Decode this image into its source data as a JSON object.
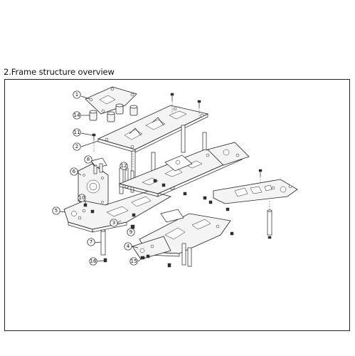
{
  "header": {
    "title": "2.Frame structure overview"
  },
  "diagram": {
    "callouts": [
      {
        "label": "1"
      },
      {
        "label": "14"
      },
      {
        "label": "11"
      },
      {
        "label": "2"
      },
      {
        "label": "8"
      },
      {
        "label": "6"
      },
      {
        "label": "12"
      },
      {
        "label": "10"
      },
      {
        "label": "5"
      },
      {
        "label": "3"
      },
      {
        "label": "9"
      },
      {
        "label": "7"
      },
      {
        "label": "4"
      },
      {
        "label": "16"
      },
      {
        "label": "15"
      }
    ]
  }
}
